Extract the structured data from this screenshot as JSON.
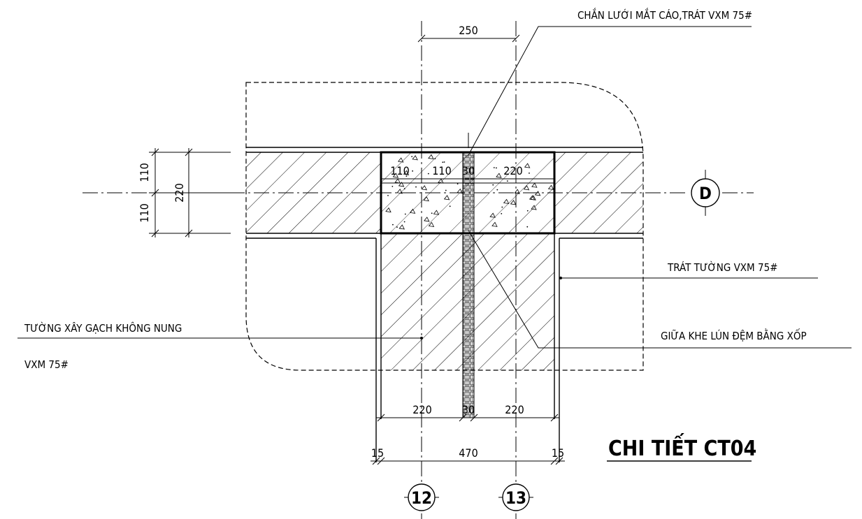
{
  "title": "CHI TIẾT CT04",
  "axes": {
    "vertical": [
      "12",
      "13"
    ],
    "horizontal": "D"
  },
  "dimensions": {
    "top_gap": "250",
    "left_outer": "220",
    "left_half_top": "110",
    "left_half_bottom": "110",
    "column_a": "110",
    "column_b": "110",
    "joint_top": "30",
    "column_right": "220",
    "bottom_left": "220",
    "bottom_joint": "30",
    "bottom_right": "220",
    "overall": "470",
    "edge_left": "15",
    "edge_right": "15"
  },
  "notes": {
    "mesh": "CHẮN LƯỚI MẮT CÁO,TRÁT VXM 75#",
    "plaster": "TRÁT TƯỜNG VXM 75#",
    "wall_line1": "TƯỜNG XÂY GẠCH KHÔNG NUNG",
    "wall_line2": "VXM 75#",
    "joint": "GIỮA KHE LÚN ĐỆM BẰNG XỐP"
  }
}
